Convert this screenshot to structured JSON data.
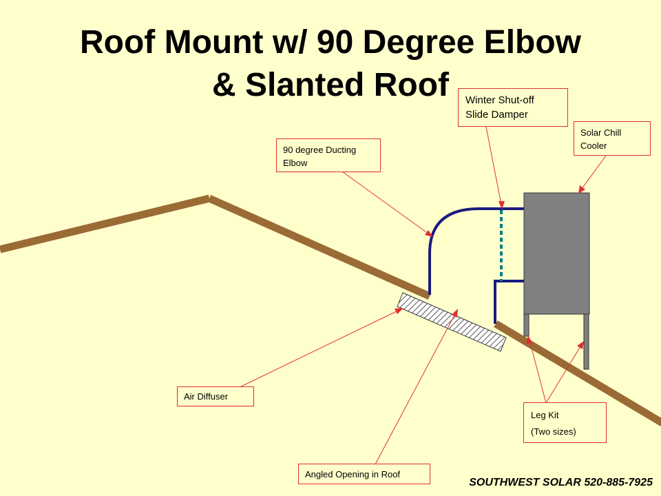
{
  "title": {
    "line1": "Roof Mount w/ 90 Degree Elbow",
    "line2": "& Slanted Roof"
  },
  "callouts": {
    "damper": {
      "line1": "Winter Shut-off",
      "line2": "Slide Damper"
    },
    "cooler": {
      "line1": "Solar Chill",
      "line2": "Cooler"
    },
    "elbow": {
      "line1": "90 degree Ducting",
      "line2": "Elbow"
    },
    "diffuser": {
      "line1": "Air Diffuser"
    },
    "opening": {
      "line1": "Angled Opening in Roof"
    },
    "legkit": {
      "line1": "Leg Kit",
      "line2": "(Two sizes)"
    }
  },
  "footer": {
    "company": "SOUTHWEST SOLAR",
    "phone": "520-885-7925"
  },
  "colors": {
    "background": "#ffffcc",
    "roof": "#9b6b35",
    "duct": "#1a1a80",
    "damper": "#00808a",
    "cooler": "#808080",
    "leader": "#e03030"
  }
}
